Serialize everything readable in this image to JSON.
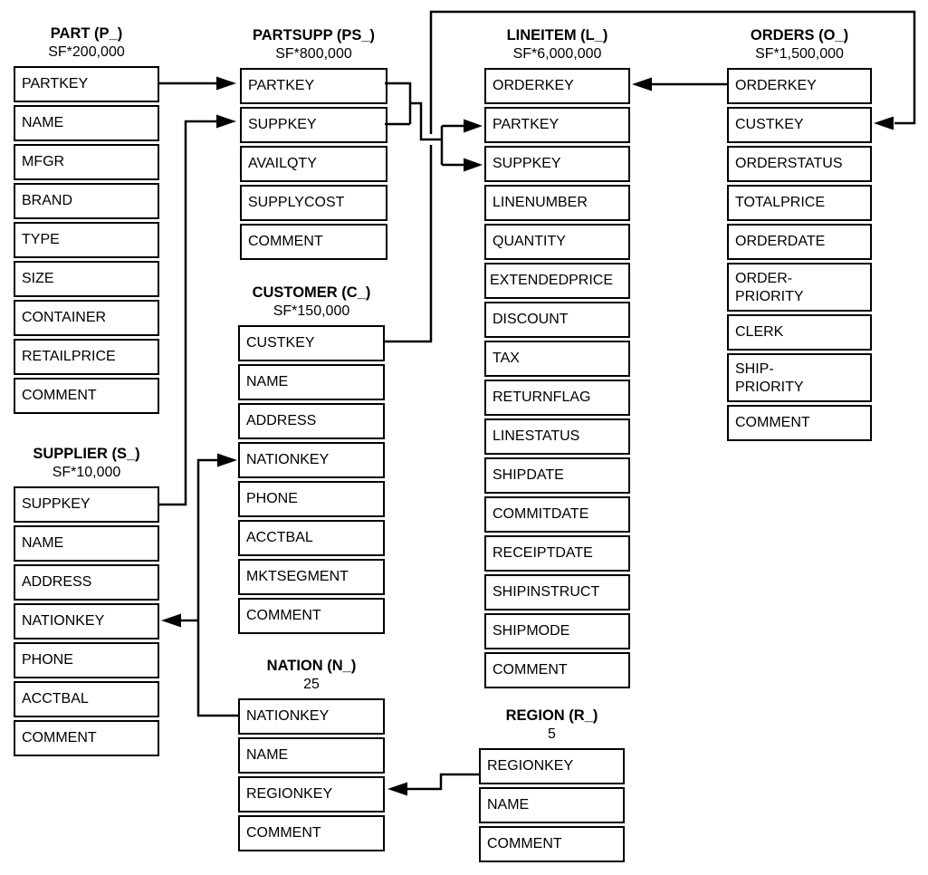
{
  "tables": {
    "part": {
      "title": "PART (P_)",
      "cardinality": "SF*200,000",
      "columns": [
        "PARTKEY",
        "NAME",
        "MFGR",
        "BRAND",
        "TYPE",
        "SIZE",
        "CONTAINER",
        "RETAILPRICE",
        "COMMENT"
      ]
    },
    "partsupp": {
      "title": "PARTSUPP (PS_)",
      "cardinality": "SF*800,000",
      "columns": [
        "PARTKEY",
        "SUPPKEY",
        "AVAILQTY",
        "SUPPLYCOST",
        "COMMENT"
      ]
    },
    "lineitem": {
      "title": "LINEITEM (L_)",
      "cardinality": "SF*6,000,000",
      "columns": [
        "ORDERKEY",
        "PARTKEY",
        "SUPPKEY",
        "LINENUMBER",
        "QUANTITY",
        "EXTENDEDPRICE",
        "DISCOUNT",
        "TAX",
        "RETURNFLAG",
        "LINESTATUS",
        "SHIPDATE",
        "COMMITDATE",
        "RECEIPTDATE",
        "SHIPINSTRUCT",
        "SHIPMODE",
        "COMMENT"
      ]
    },
    "orders": {
      "title": "ORDERS (O_)",
      "cardinality": "SF*1,500,000",
      "columns": [
        "ORDERKEY",
        "CUSTKEY",
        "ORDERSTATUS",
        "TOTALPRICE",
        "ORDERDATE",
        "ORDER-\nPRIORITY",
        "CLERK",
        "SHIP-\nPRIORITY",
        "COMMENT"
      ]
    },
    "customer": {
      "title": "CUSTOMER (C_)",
      "cardinality": "SF*150,000",
      "columns": [
        "CUSTKEY",
        "NAME",
        "ADDRESS",
        "NATIONKEY",
        "PHONE",
        "ACCTBAL",
        "MKTSEGMENT",
        "COMMENT"
      ]
    },
    "supplier": {
      "title": "SUPPLIER (S_)",
      "cardinality": "SF*10,000",
      "columns": [
        "SUPPKEY",
        "NAME",
        "ADDRESS",
        "NATIONKEY",
        "PHONE",
        "ACCTBAL",
        "COMMENT"
      ]
    },
    "nation": {
      "title": "NATION (N_)",
      "cardinality": "25",
      "columns": [
        "NATIONKEY",
        "NAME",
        "REGIONKEY",
        "COMMENT"
      ]
    },
    "region": {
      "title": "REGION (R_)",
      "cardinality": "5",
      "columns": [
        "REGIONKEY",
        "NAME",
        "COMMENT"
      ]
    }
  },
  "relationships": [
    {
      "from": "PART.PARTKEY",
      "to": "PARTSUPP.PARTKEY"
    },
    {
      "from": "SUPPLIER.SUPPKEY",
      "to": "PARTSUPP.SUPPKEY"
    },
    {
      "from": "PARTSUPP.PARTKEY",
      "to": "LINEITEM.PARTKEY"
    },
    {
      "from": "PARTSUPP.SUPPKEY",
      "to": "LINEITEM.SUPPKEY"
    },
    {
      "from": "ORDERS.ORDERKEY",
      "to": "LINEITEM.ORDERKEY"
    },
    {
      "from": "CUSTOMER.CUSTKEY",
      "to": "ORDERS.CUSTKEY"
    },
    {
      "from": "NATION.NATIONKEY",
      "to": "CUSTOMER.NATIONKEY"
    },
    {
      "from": "NATION.NATIONKEY",
      "to": "SUPPLIER.NATIONKEY"
    },
    {
      "from": "REGION.REGIONKEY",
      "to": "NATION.REGIONKEY"
    }
  ],
  "colors": {
    "line": "#000000",
    "background": "#ffffff",
    "text": "#000000"
  }
}
